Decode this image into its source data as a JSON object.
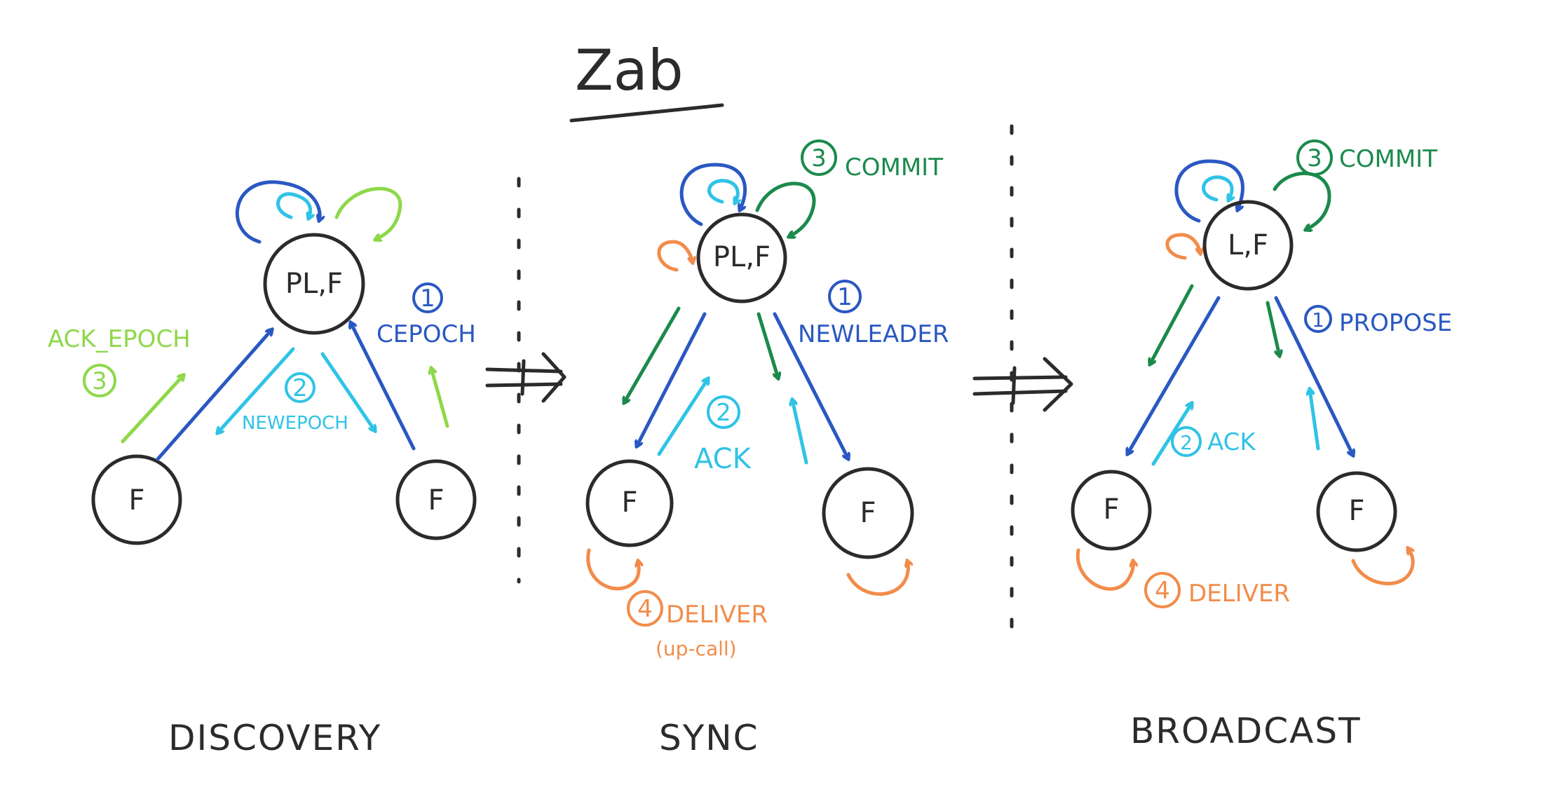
{
  "title": "Zab",
  "colors": {
    "ink": "#2b2b2b",
    "dark_blue": "#2a58c2",
    "light_blue": "#2fc3e6",
    "light_green": "#8ed84a",
    "dark_green": "#1b8a4c",
    "orange": "#f28c4a"
  },
  "phases": [
    {
      "name": "DISCOVERY",
      "leader": "PL,F",
      "follower": "F",
      "steps": {
        "s1": {
          "num": "1",
          "label": "CEPOCH"
        },
        "s2": {
          "num": "2",
          "label": "NEWEPOCH"
        },
        "s3": {
          "num": "3",
          "label": "ACK_EPOCH"
        }
      }
    },
    {
      "name": "SYNC",
      "leader": "PL,F",
      "follower": "F",
      "steps": {
        "s1": {
          "num": "1",
          "label": "NEWLEADER"
        },
        "s2": {
          "num": "2",
          "label": "ACK"
        },
        "s3": {
          "num": "3",
          "label": "COMMIT"
        },
        "s4": {
          "num": "4",
          "label": "DELIVER",
          "sub": "(up-call)"
        }
      }
    },
    {
      "name": "BROADCAST",
      "leader": "L,F",
      "follower": "F",
      "steps": {
        "s1": {
          "num": "1",
          "label": "PROPOSE"
        },
        "s2": {
          "num": "2",
          "label": "ACK"
        },
        "s3": {
          "num": "3",
          "label": "COMMIT"
        },
        "s4": {
          "num": "4",
          "label": "DELIVER"
        }
      }
    }
  ]
}
